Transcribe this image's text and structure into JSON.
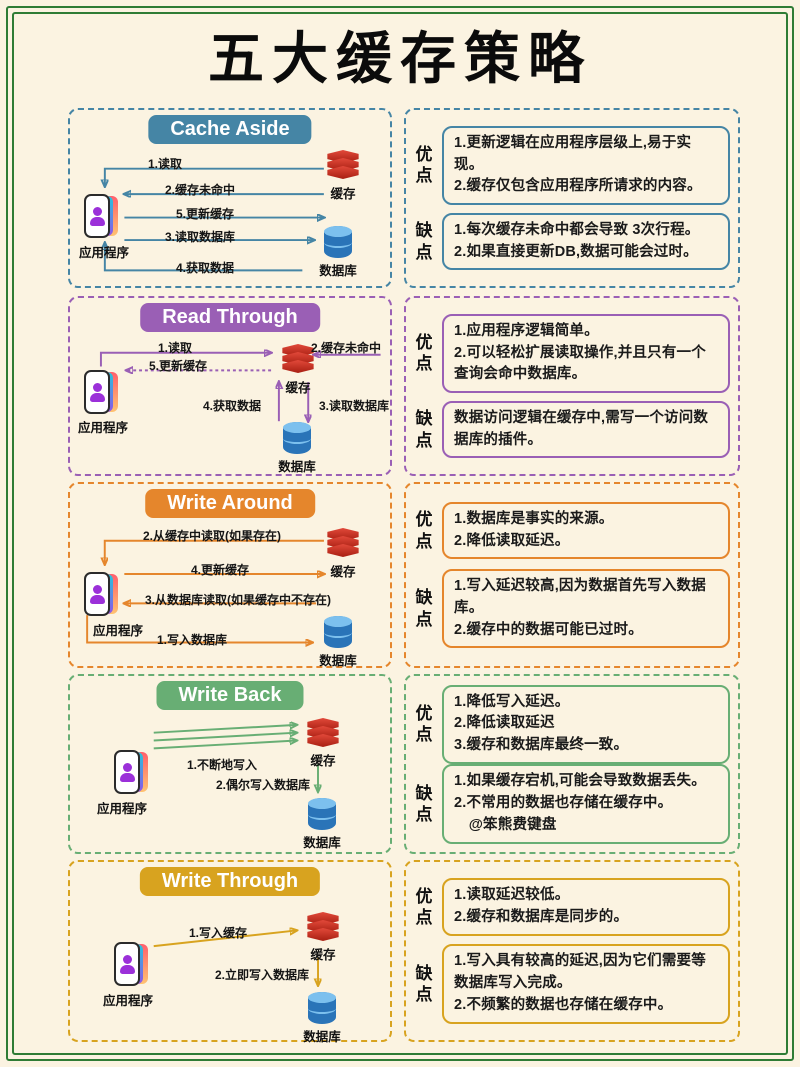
{
  "page": {
    "title": "五大缓存策略",
    "background_color": "#fbf3e1",
    "frame_color": "#2f7c35"
  },
  "labels": {
    "pros": "优点",
    "cons": "缺点"
  },
  "icons": {
    "app": "app-card-stack-icon",
    "cache": "redis-cache-icon",
    "db": "database-cylinder-icon"
  },
  "sections": [
    {
      "title": "Cache Aside",
      "color": "#4585a5",
      "diagram": {
        "app": "应用程序",
        "cache": "缓存",
        "db": "数据库",
        "steps": [
          "1.读取",
          "2.缓存未命中",
          "5.更新缓存",
          "3.读取数据库",
          "4.获取数据"
        ]
      },
      "pros": "1.更新逻辑在应用程序层级上,易于实现。\n2.缓存仅包含应用程序所请求的内容。",
      "cons": "1.每次缓存未命中都会导致 3次行程。\n2.如果直接更新DB,数据可能会过时。"
    },
    {
      "title": "Read Through",
      "color": "#9a5fb5",
      "diagram": {
        "app": "应用程序",
        "cache": "缓存",
        "db": "数据库",
        "steps": [
          "1.读取",
          "5.更新缓存",
          "2.缓存未命中",
          "4.获取数据",
          "3.读取数据库"
        ]
      },
      "pros": "1.应用程序逻辑简单。\n2.可以轻松扩展读取操作,并且只有一个查询会命中数据库。",
      "cons": "数据访问逻辑在缓存中,需写一个访问数据库的插件。"
    },
    {
      "title": "Write Around",
      "color": "#e5862c",
      "diagram": {
        "app": "应用程序",
        "cache": "缓存",
        "db": "数据库",
        "steps": [
          "2.从缓存中读取(如果存在)",
          "4.更新缓存",
          "3.从数据库读取(如果缓存中不存在)",
          "1.写入数据库"
        ]
      },
      "pros": "1.数据库是事实的来源。\n2.降低读取延迟。",
      "cons": "1.写入延迟较高,因为数据首先写入数据库。\n2.缓存中的数据可能已过时。"
    },
    {
      "title": "Write Back",
      "color": "#68ae74",
      "diagram": {
        "app": "应用程序",
        "cache": "缓存",
        "db": "数据库",
        "steps": [
          "1.不断地写入",
          "2.偶尔写入数据库"
        ]
      },
      "pros": "1.降低写入延迟。\n2.降低读取延迟\n3.缓存和数据库最终一致。",
      "cons": "1.如果缓存宕机,可能会导致数据丢失。\n2.不常用的数据也存储在缓存中。\n　@笨熊费键盘"
    },
    {
      "title": "Write Through",
      "color": "#d8a31f",
      "diagram": {
        "app": "应用程序",
        "cache": "缓存",
        "db": "数据库",
        "steps": [
          "1.写入缓存",
          "2.立即写入数据库"
        ]
      },
      "pros": "1.读取延迟较低。\n2.缓存和数据库是同步的。",
      "cons": "1.写入具有较高的延迟,因为它们需要等数据库写入完成。\n2.不频繁的数据也存储在缓存中。"
    }
  ]
}
